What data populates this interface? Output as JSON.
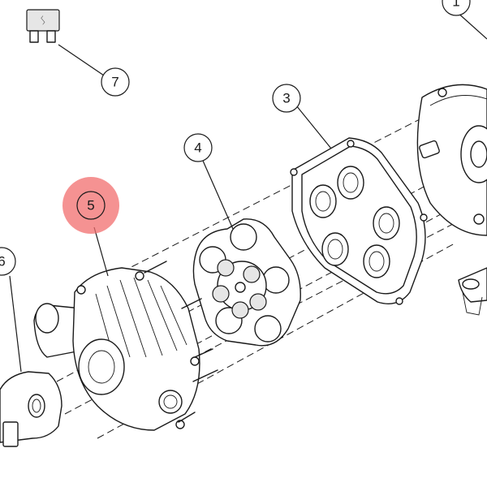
{
  "callouts": [
    {
      "id": "1",
      "label": "1"
    },
    {
      "id": "3",
      "label": "3"
    },
    {
      "id": "4",
      "label": "4"
    },
    {
      "id": "5",
      "label": "5"
    },
    {
      "id": "6",
      "label": "6"
    },
    {
      "id": "7",
      "label": "7"
    }
  ],
  "highlight": {
    "target": "5",
    "color": "#f26d6d"
  }
}
